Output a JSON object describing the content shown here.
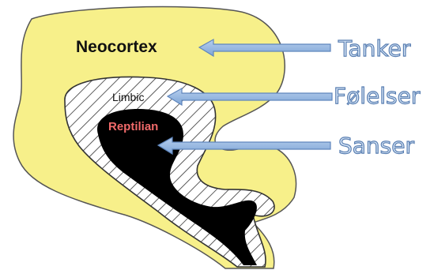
{
  "brain": {
    "neocortex_label": "Neocortex",
    "limbic_label": "Limbic",
    "reptilian_label": "Reptilian"
  },
  "functions": {
    "tanker": "Tanker",
    "folelser": "Følelser",
    "sanser": "Sanser"
  },
  "colors": {
    "neocortex_fill": "#f7f08a",
    "outline": "#333333",
    "limbic_fill": "#ffffff",
    "limbic_hatch": "#333333",
    "reptilian_fill": "#000000",
    "reptilian_text": "#f06a6a",
    "arrow_fill": "#8fb3de",
    "arrow_stroke": "#5f86bd",
    "side_text_fill": "#cfe0f3",
    "side_text_stroke": "#5a7fb2"
  }
}
